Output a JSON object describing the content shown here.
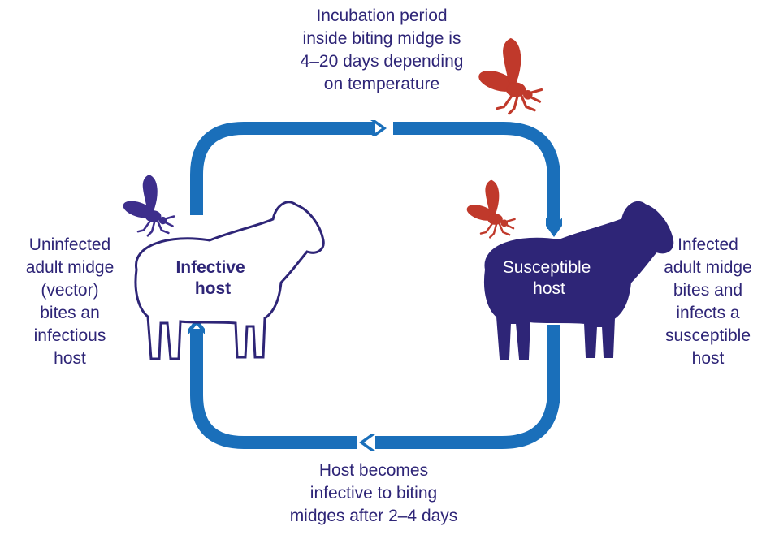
{
  "colors": {
    "arrow": "#1a6fba",
    "text": "#2e2577",
    "sheep_dark": "#2e2577",
    "midge_red": "#c0392b",
    "midge_purple": "#3d2e8c"
  },
  "steps": {
    "top": [
      "Incubation period",
      "inside biting midge is",
      "4–20 days depending",
      "on temperature"
    ],
    "left": [
      "Uninfected",
      "adult midge",
      "(vector)",
      "bites an",
      "infectious",
      "host"
    ],
    "right": [
      "Infected",
      "adult midge",
      "bites and",
      "infects a",
      "susceptible",
      "host"
    ],
    "bottom": [
      "Host becomes",
      "infective to biting",
      "midges after 2–4 days"
    ]
  },
  "hosts": {
    "infective": [
      "Infective",
      "host"
    ],
    "susceptible": [
      "Susceptible",
      "host"
    ]
  },
  "icons": [
    "midge-icon",
    "sheep-icon"
  ]
}
